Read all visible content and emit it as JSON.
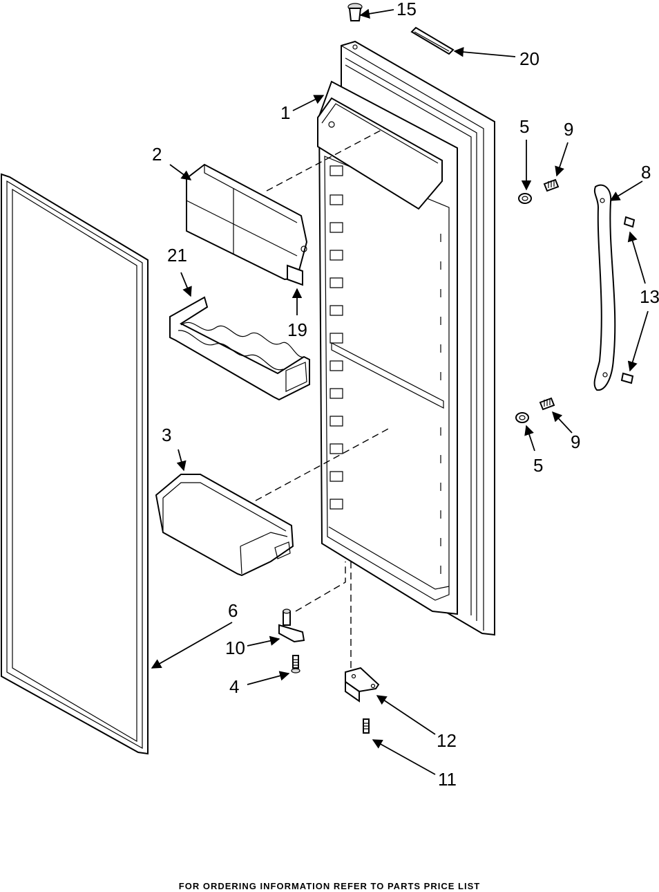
{
  "labels": {
    "l1": "1",
    "l2": "2",
    "l3": "3",
    "l4": "4",
    "l5a": "5",
    "l5b": "5",
    "l6": "6",
    "l8": "8",
    "l9a": "9",
    "l9b": "9",
    "l10": "10",
    "l11": "11",
    "l12": "12",
    "l13": "13",
    "l15": "15",
    "l19": "19",
    "l20": "20",
    "l21": "21"
  },
  "footer": "FOR ORDERING INFORMATION REFER TO PARTS PRICE LIST"
}
